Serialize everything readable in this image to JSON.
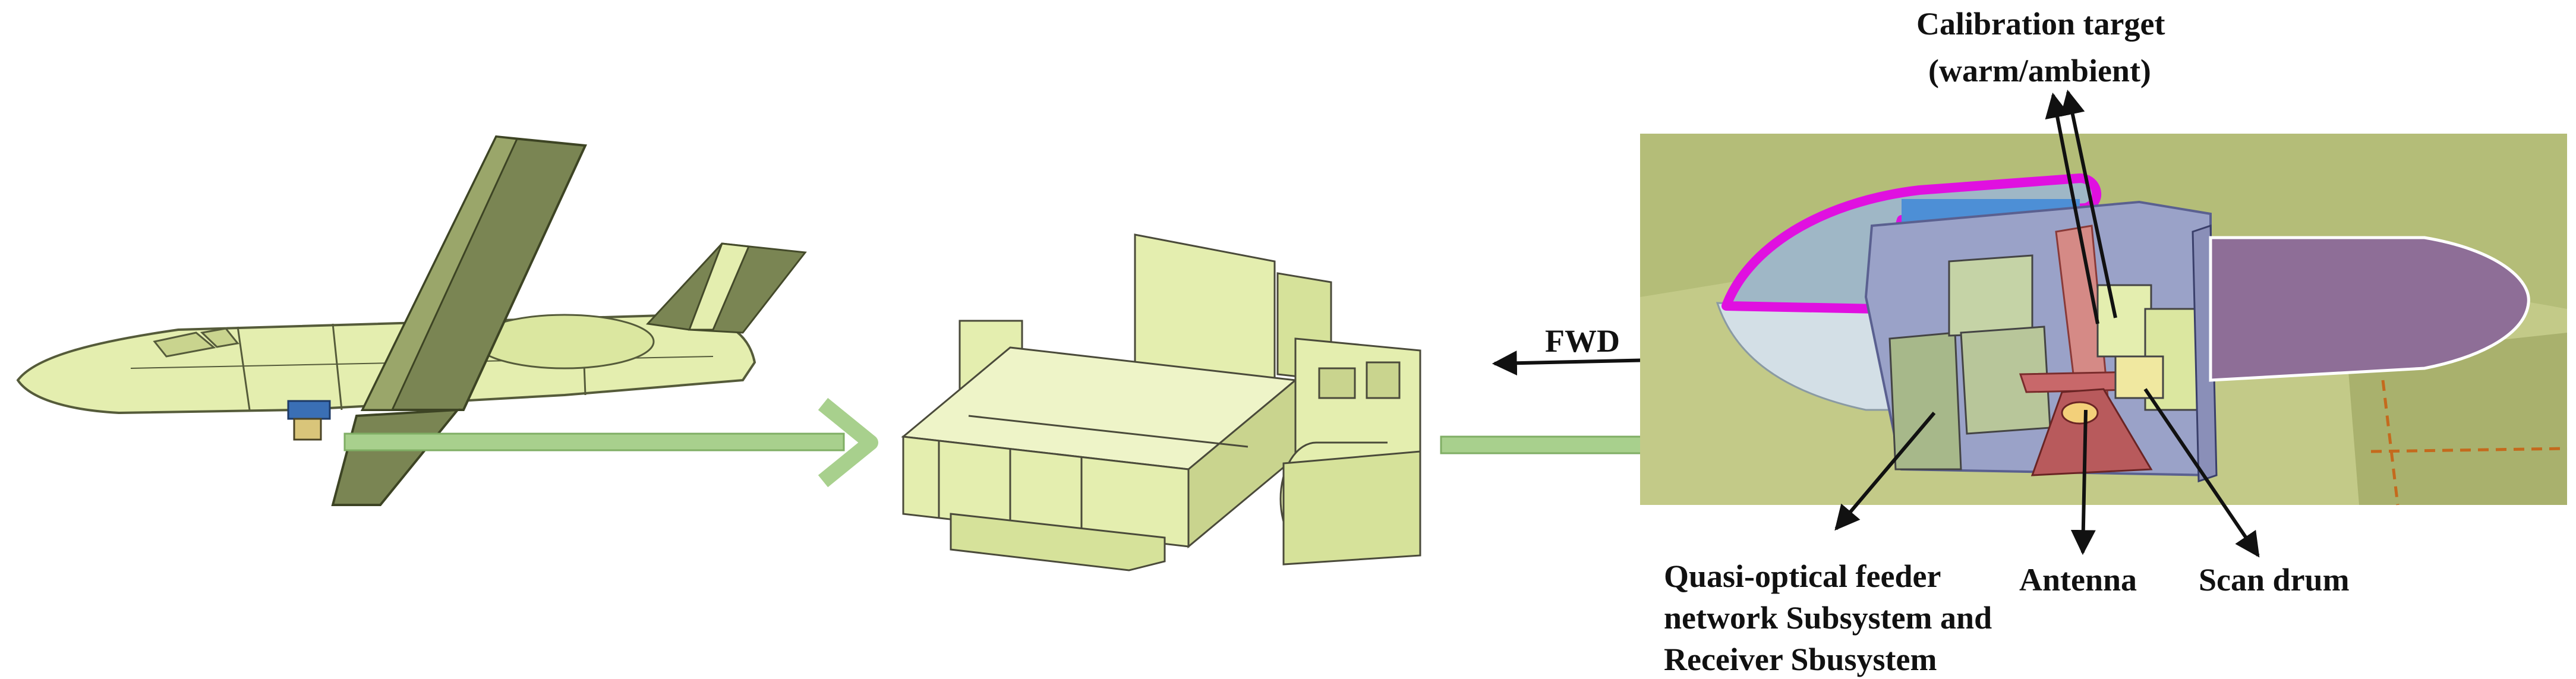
{
  "labels": {
    "calibration_line1": "Calibration target",
    "calibration_line2": "(warm/ambient)",
    "fwd": "FWD",
    "feeder_line1": "Quasi-optical feeder",
    "feeder_line2": "network Subsystem and",
    "feeder_line3": "Receiver Sbusystem",
    "antenna": "Antenna",
    "scan_drum": "Scan drum"
  },
  "colors": {
    "airframe": "#e4eeaf",
    "airframe_dark": "#7a8553",
    "flow_arrow": "#a8d08d",
    "pod_outline": "#e010e0",
    "panel_blue": "#4d8fd6",
    "antenna_red": "#c8686a",
    "annotation": "#111111"
  },
  "icons": {
    "aircraft": "aircraft-icon",
    "instrument": "instrument-assembly-icon",
    "cutaway": "pod-cutaway-icon"
  }
}
